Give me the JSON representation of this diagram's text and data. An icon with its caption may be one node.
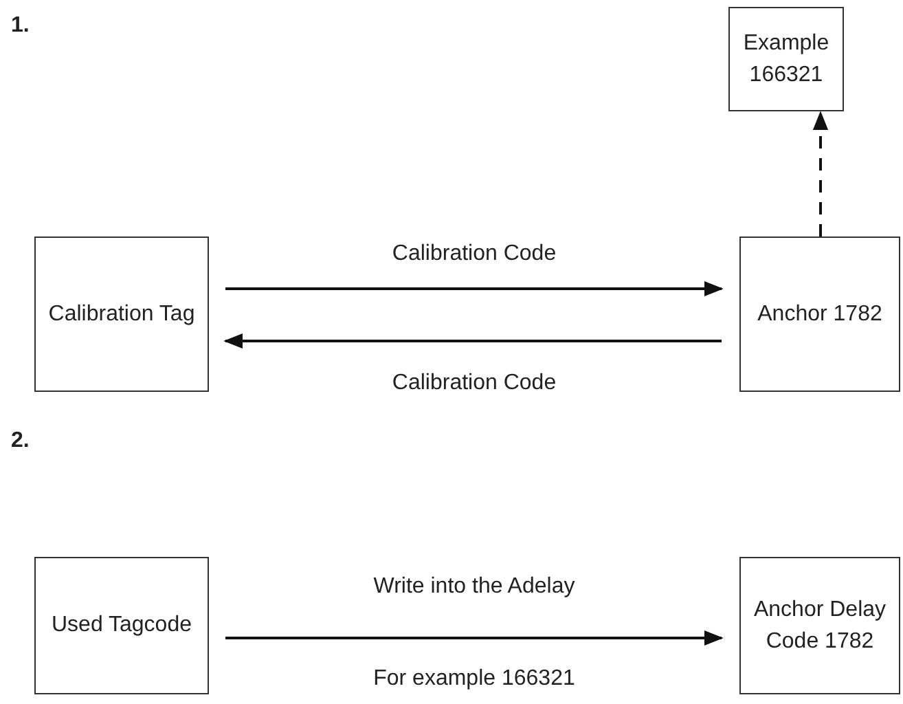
{
  "diagram": {
    "nodes": [
      {
        "text": [
          "Example 166321"
        ]
      },
      {
        "text": [
          "Calibration Tag"
        ]
      },
      {
        "text": [
          "Anchor 1782"
        ]
      },
      {
        "text": [
          "Used Tagcode"
        ]
      },
      {
        "text": [
          "Anchor Delay Code 1782"
        ]
      }
    ],
    "edges": [
      {
        "from": 2,
        "to": 0,
        "arrow": "to",
        "style": "dashed"
      },
      {
        "from": 1,
        "to": 2,
        "arrow": "to",
        "label": "Calibration Code"
      },
      {
        "from": 2,
        "to": 1,
        "arrow": "to",
        "label": "Calibration Code"
      },
      {
        "from": 3,
        "to": 4,
        "arrow": "to",
        "label": "Write into the Adelay"
      }
    ],
    "labels": [
      "1.",
      "2.",
      "For example 166321"
    ]
  }
}
